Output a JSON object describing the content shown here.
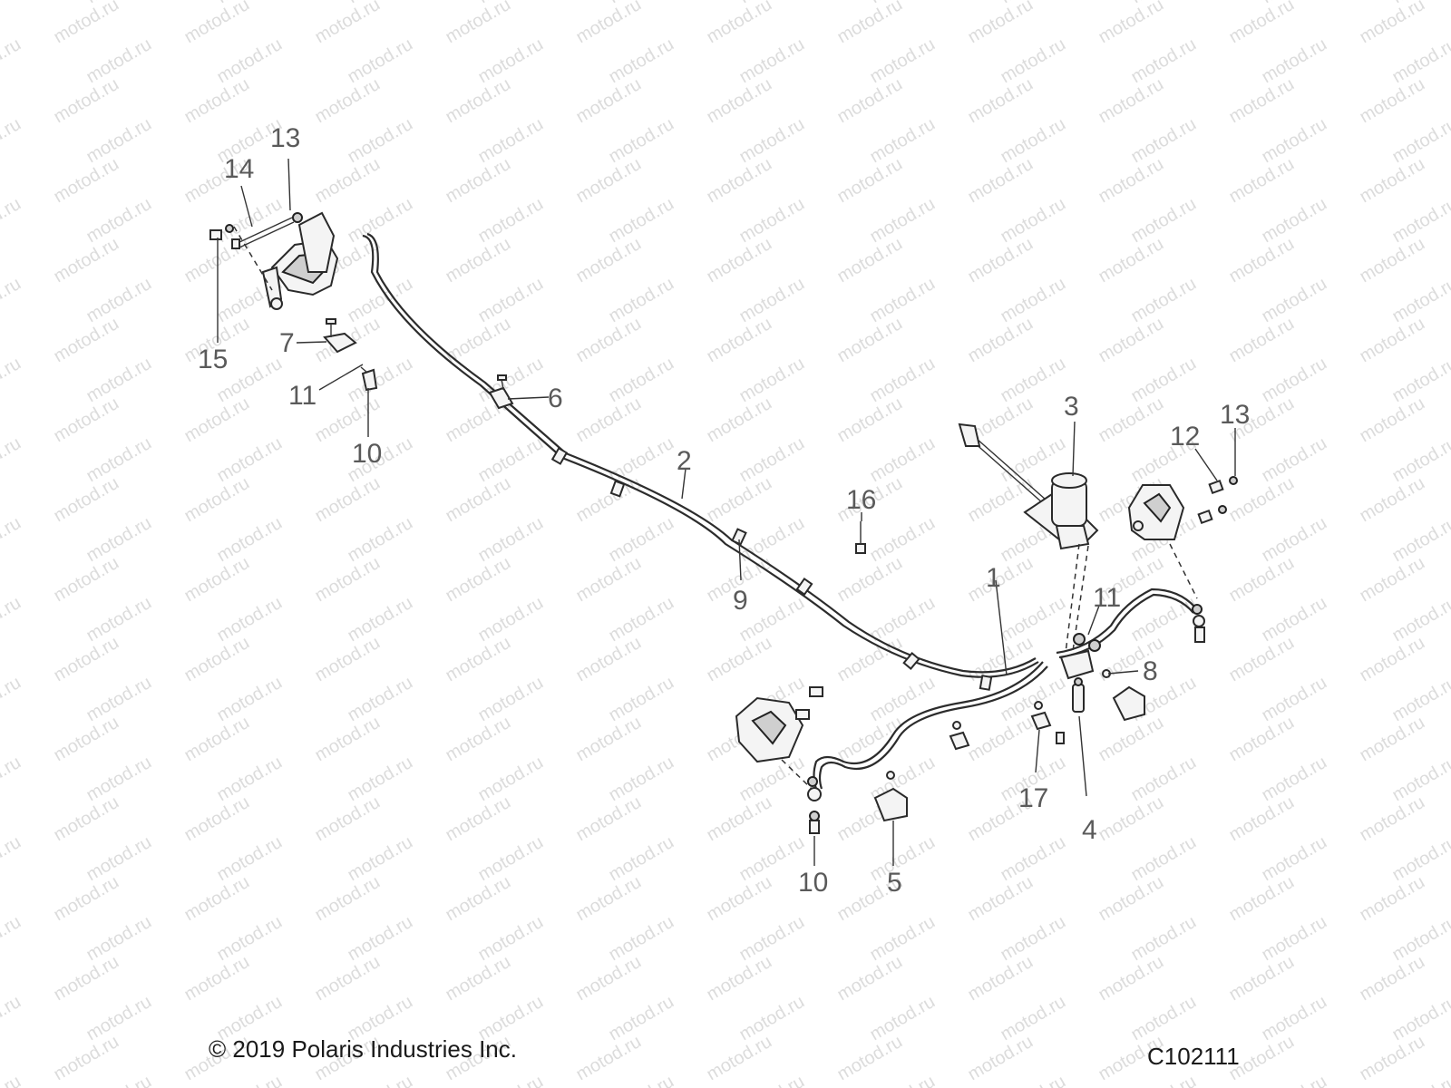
{
  "footer": {
    "copyright": "© 2019 Polaris Industries Inc.",
    "diagram_id": "C102111"
  },
  "watermark": "motod.ru",
  "callouts": {
    "c1": "1",
    "c2": "2",
    "c3": "3",
    "c4": "4",
    "c5": "5",
    "c6": "6",
    "c7": "7",
    "c8": "8",
    "c9": "9",
    "c10a": "10",
    "c10b": "10",
    "c11a": "11",
    "c11b": "11",
    "c12": "12",
    "c13a": "13",
    "c13b": "13",
    "c14": "14",
    "c15": "15",
    "c16": "16",
    "c17": "17"
  },
  "colors": {
    "line": "#2a2a2a",
    "callout_text": "#5a5a5a",
    "watermark": "#dcdcdc"
  }
}
